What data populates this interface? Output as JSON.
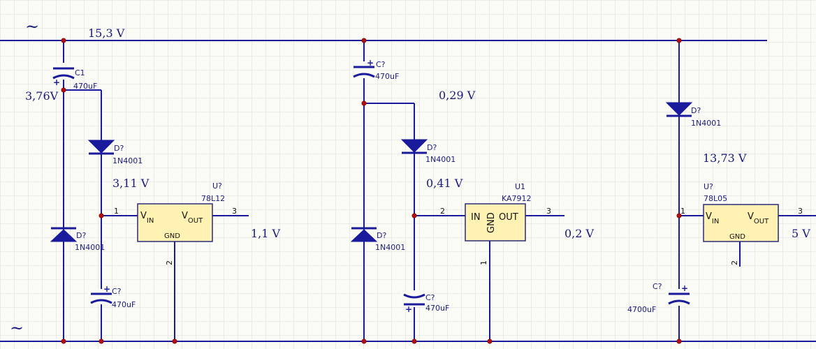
{
  "rails": {
    "top_voltage": "15,3 V",
    "ac_symbol_top": "~",
    "ac_symbol_bottom": "~"
  },
  "voltages": {
    "v_3_76": "3,76V",
    "v_3_11": "3,11 V",
    "v_1_1": "1,1 V",
    "v_0_29": "0,29 V",
    "v_0_41": "0,41 V",
    "v_0_2": "0,2 V",
    "v_13_73": "13,73 V",
    "v_5": "5 V"
  },
  "capacitors": {
    "c1": {
      "ref": "C1",
      "value": "470uF",
      "polarity": "+"
    },
    "c_left_low": {
      "ref": "C?",
      "value": "470uF",
      "polarity": "+"
    },
    "c_mid_top": {
      "ref": "C?",
      "value": "470uF",
      "polarity": "+"
    },
    "c_mid_low": {
      "ref": "C?",
      "value": "470uF",
      "polarity": "+"
    },
    "c_right": {
      "ref": "C?",
      "value": "4700uF",
      "polarity": "+"
    }
  },
  "diodes": {
    "d_left_upper": {
      "ref": "D?",
      "value": "1N4001"
    },
    "d_left_lower": {
      "ref": "D?",
      "value": "1N4001"
    },
    "d_mid_upper": {
      "ref": "D?",
      "value": "1N4001"
    },
    "d_mid_lower": {
      "ref": "D?",
      "value": "1N4001"
    },
    "d_right": {
      "ref": "D?",
      "value": "1N4001"
    }
  },
  "regulators": {
    "u_left": {
      "ref": "U?",
      "part": "78L12",
      "vin_main": "V",
      "vin_sub": "IN",
      "vout_main": "V",
      "vout_sub": "OUT",
      "gnd": "GND",
      "pin_in": "1",
      "pin_gnd": "2",
      "pin_out": "3"
    },
    "u_mid": {
      "ref": "U1",
      "part": "KA7912",
      "in": "IN",
      "gnd": "GND",
      "out": "OUT",
      "pin_in": "2",
      "pin_gnd": "1",
      "pin_out": "3"
    },
    "u_right": {
      "ref": "U?",
      "part": "78L05",
      "vin_main": "V",
      "vin_sub": "IN",
      "vout_main": "V",
      "vout_sub": "OUT",
      "gnd": "GND",
      "pin_in": "1",
      "pin_gnd": "2",
      "pin_out": "3"
    }
  },
  "colors": {
    "wire": "#1a1a9c",
    "node": "#b01010",
    "ic_fill": "#fff2b3",
    "grid": "#d9d9d9"
  }
}
